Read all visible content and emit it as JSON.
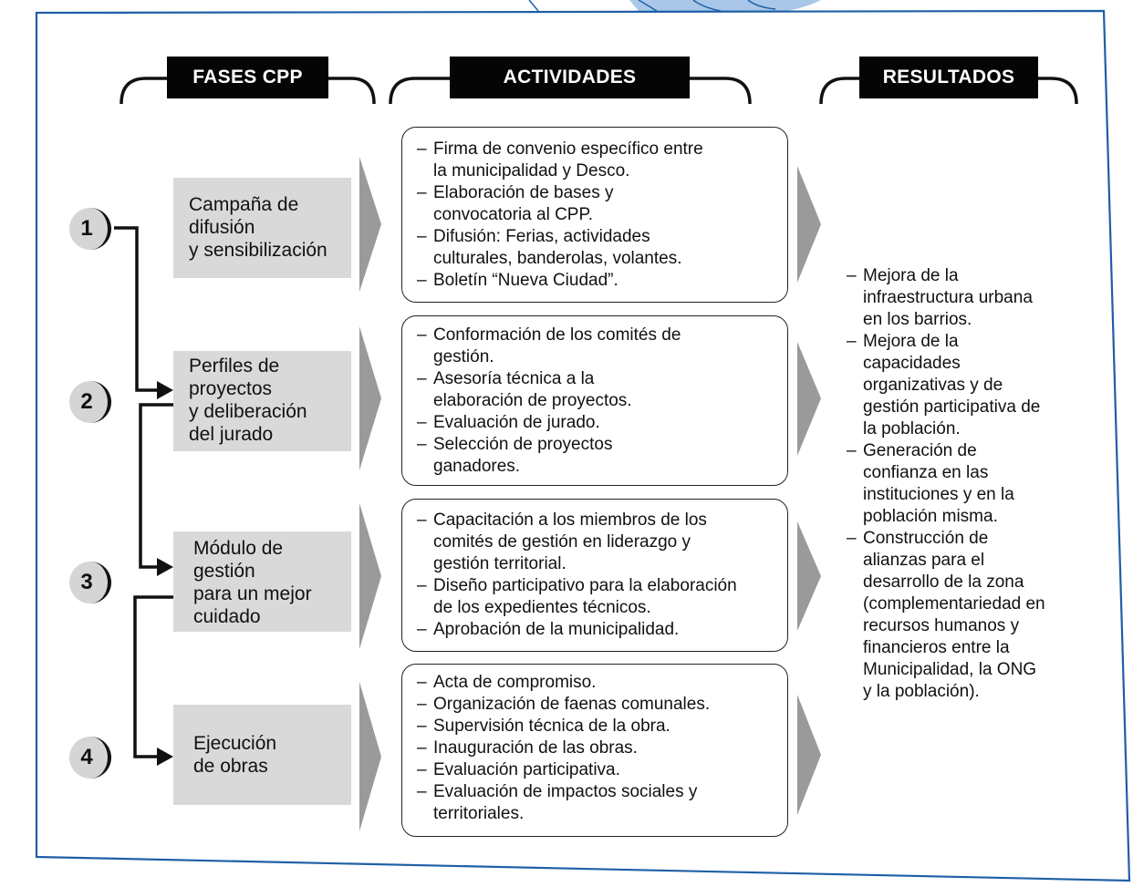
{
  "headers": {
    "phases": "FASES CPP",
    "activities": "ACTIVIDADES",
    "results": "RESULTADOS"
  },
  "phases": [
    {
      "number": "1",
      "label": "Campaña de\ndifusión\ny sensibilización"
    },
    {
      "number": "2",
      "label": "Perfiles de\nproyectos\ny deliberación\ndel jurado"
    },
    {
      "number": "3",
      "label": "Módulo de\ngestión\npara un mejor\ncuidado"
    },
    {
      "number": "4",
      "label": "Ejecución\nde obras"
    }
  ],
  "activities": [
    [
      "Firma de convenio específico entre\nla municipalidad y Desco.",
      "Elaboración de bases y\nconvocatoria al CPP.",
      "Difusión: Ferias, actividades\nculturales, banderolas, volantes.",
      "Boletín “Nueva Ciudad”."
    ],
    [
      "Conformación de los comités de\ngestión.",
      "Asesoría técnica a la\nelaboración de proyectos.",
      "Evaluación de jurado.",
      "Selección de proyectos\nganadores."
    ],
    [
      "Capacitación a los miembros de los\ncomités de gestión en liderazgo y\ngestión territorial.",
      "Diseño participativo para la elaboración\nde los expedientes técnicos.",
      "Aprobación de la municipalidad."
    ],
    [
      "Acta de compromiso.",
      "Organización de faenas comunales.",
      "Supervisión técnica de la obra.",
      "Inauguración de las obras.",
      "Evaluación participativa.",
      "Evaluación de impactos sociales y\nterritoriales."
    ]
  ],
  "results": [
    "Mejora de la\ninfraestructura urbana\nen los barrios.",
    "Mejora de la\ncapacidades\norganizativas y de\ngestión participativa de\nla población.",
    "Generación de\nconfianza en las\ninstituciones y en la\npoblación misma.",
    "Construcción de\nalianzas para el\ndesarrollo de la zona\n(complementariedad en\nrecursos humanos y\nfinancieros entre la\nMunicipalidad, la ONG\ny la población)."
  ],
  "colors": {
    "frame_blue": "#1f5fa6",
    "header_black": "#050505",
    "phase_gray": "#d9d9d9",
    "arrow_gray": "#9a9a9a"
  }
}
